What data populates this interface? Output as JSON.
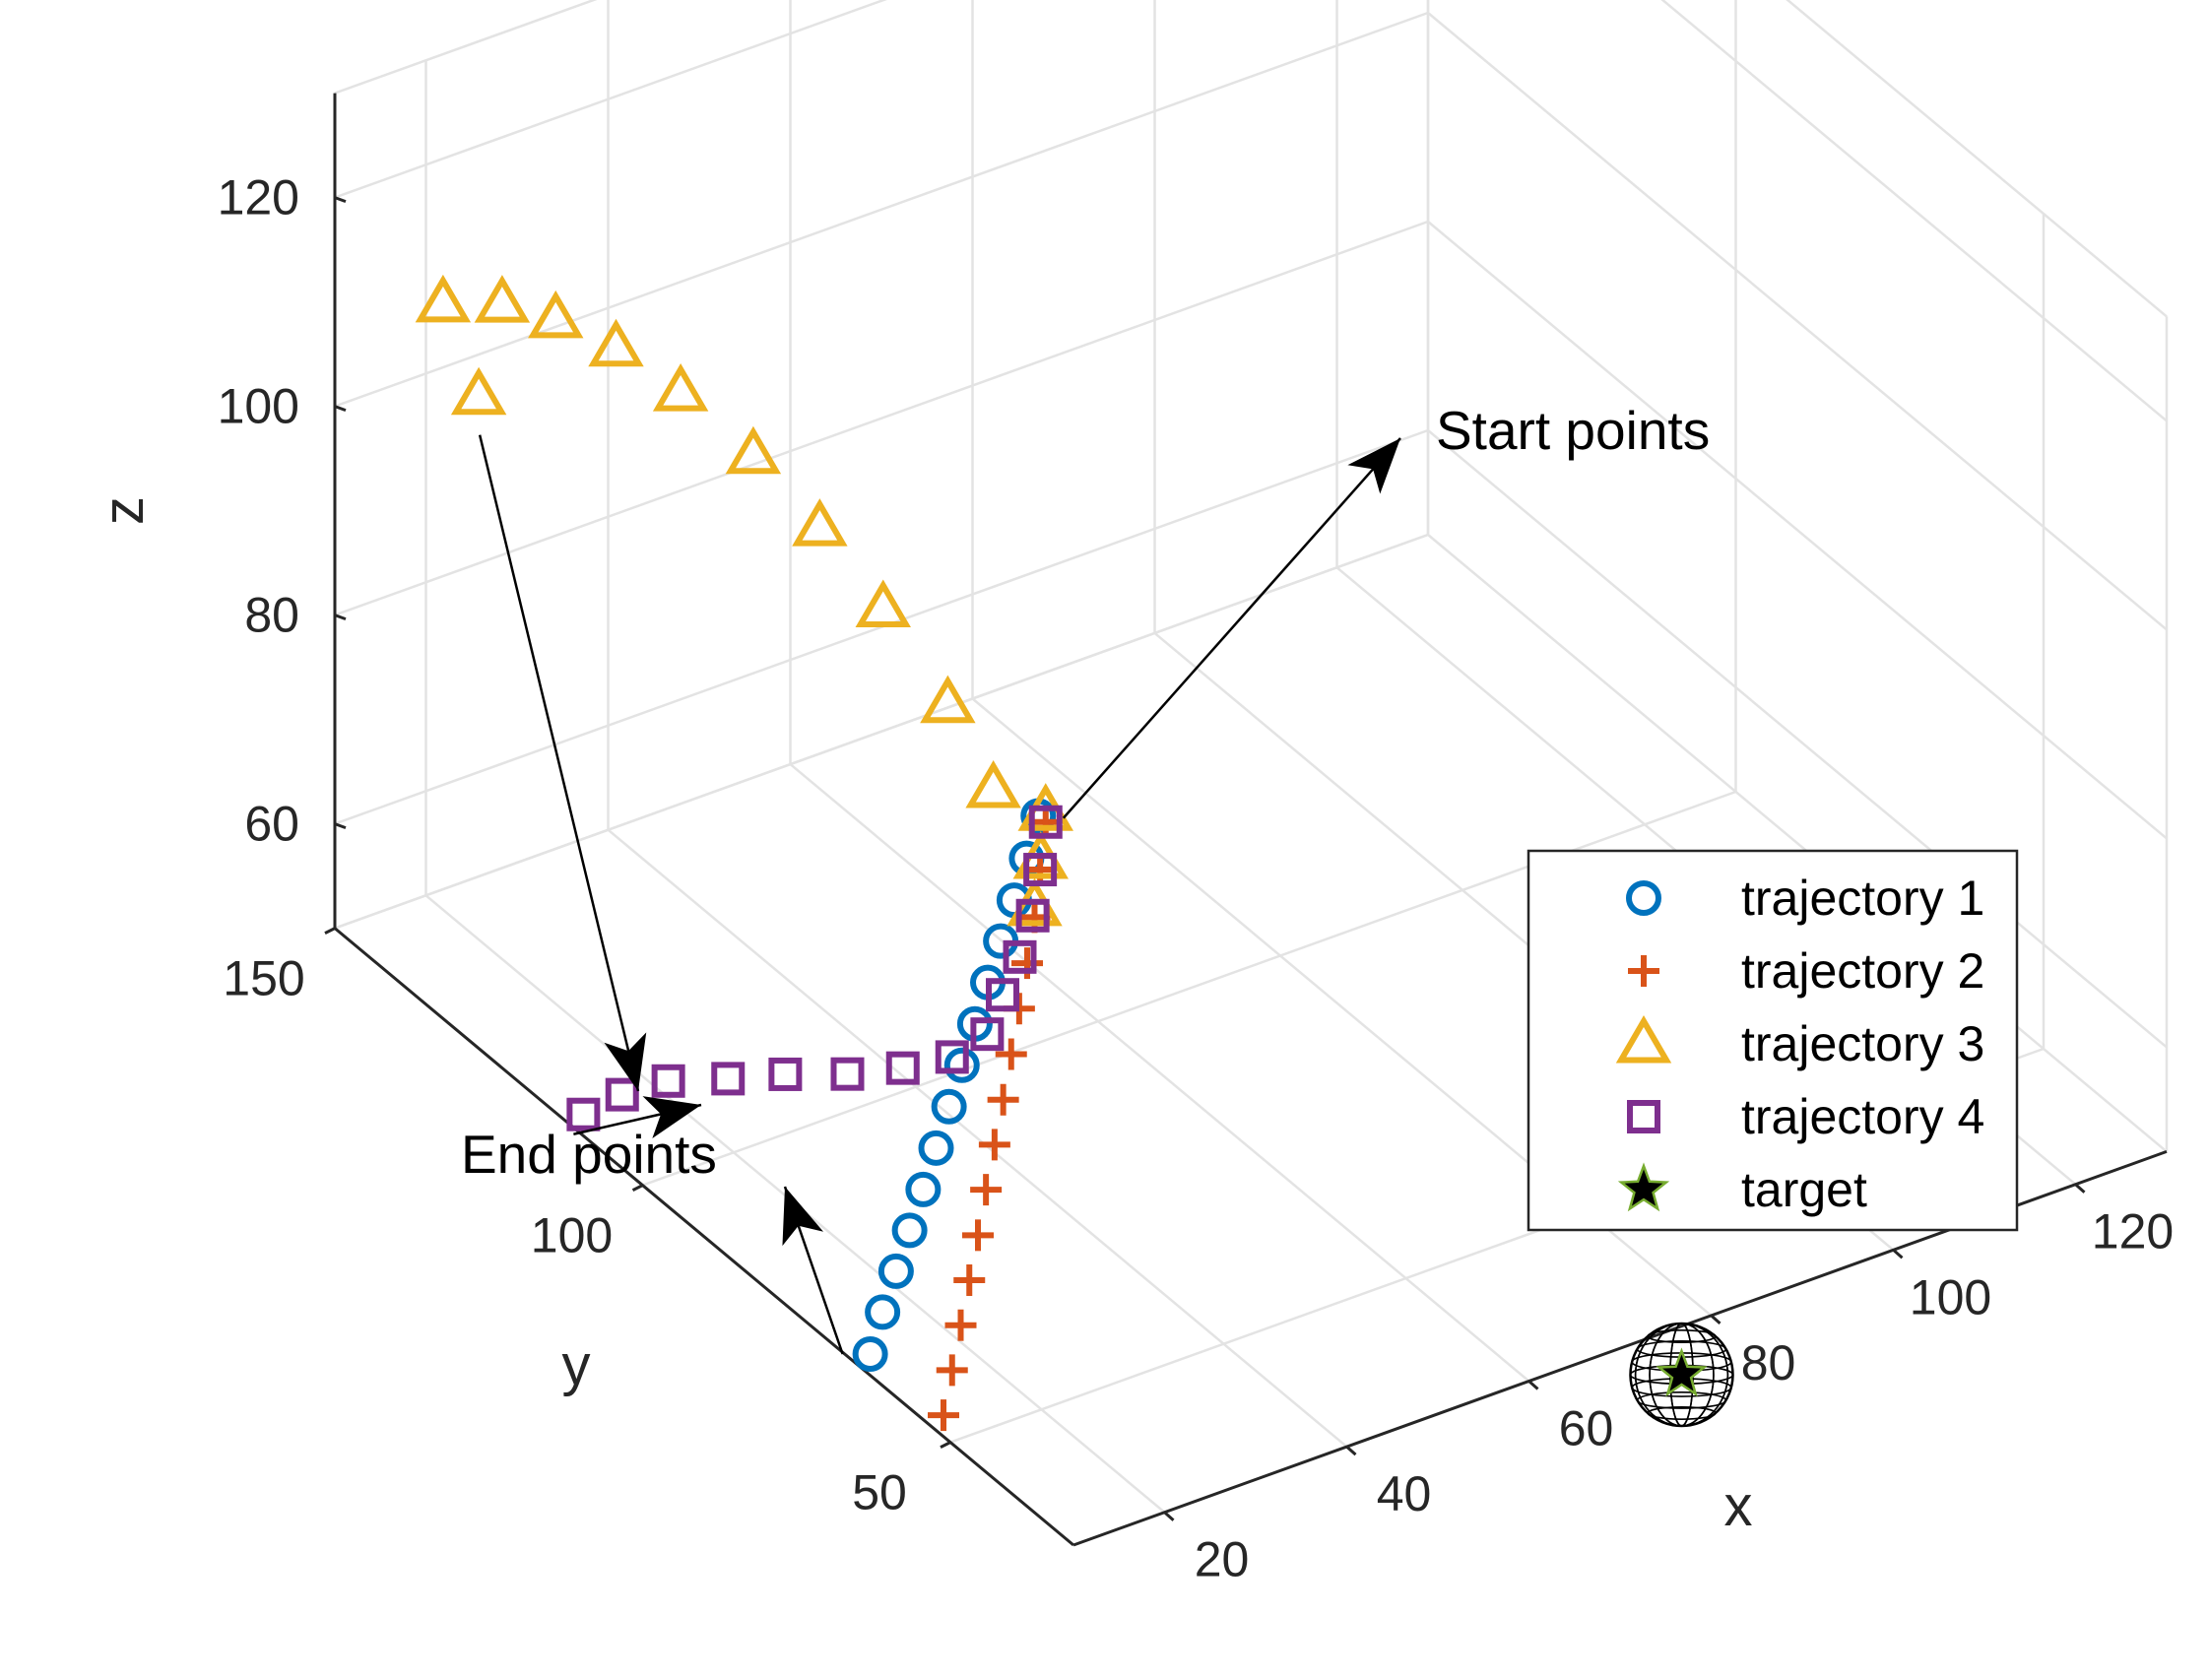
{
  "chart_data": {
    "type": "scatter",
    "projection": "3d",
    "title": "",
    "xlabel": "x",
    "ylabel": "y",
    "zlabel": "z",
    "xlim": [
      10,
      130
    ],
    "ylim": [
      30,
      150
    ],
    "zlim": [
      50,
      130
    ],
    "xticks": [
      "20",
      "40",
      "60",
      "80",
      "100",
      "120"
    ],
    "yticks": [
      "50",
      "100",
      "150"
    ],
    "zticks": [
      "60",
      "80",
      "100",
      "120"
    ],
    "grid": true,
    "legend_position": "right",
    "series": [
      {
        "name": "trajectory 1",
        "marker": "circle",
        "color": "#0072BD",
        "points": [
          [
            11,
            37.2,
            116
          ],
          [
            11,
            39.1,
            111
          ],
          [
            11,
            41.1,
            106
          ],
          [
            11,
            43.3,
            101
          ],
          [
            11,
            45.4,
            96
          ],
          [
            11,
            47.5,
            91
          ],
          [
            11,
            49.6,
            86
          ],
          [
            11,
            51.7,
            81
          ],
          [
            11,
            53.8,
            76
          ],
          [
            11,
            55.9,
            71
          ],
          [
            11,
            58.1,
            66
          ],
          [
            11,
            60.3,
            61
          ],
          [
            11,
            62.5,
            56
          ],
          [
            11,
            64.5,
            51
          ]
        ]
      },
      {
        "name": "trajectory 2",
        "marker": "plus",
        "color": "#D95319",
        "points": [
          [
            11,
            36.0,
            116
          ],
          [
            11,
            36.9,
            111
          ],
          [
            11,
            37.8,
            106
          ],
          [
            11,
            39.0,
            101
          ],
          [
            11,
            40.3,
            96
          ],
          [
            11,
            41.6,
            91
          ],
          [
            11,
            42.9,
            86
          ],
          [
            11,
            44.3,
            81
          ],
          [
            11,
            45.7,
            76
          ],
          [
            11,
            47.0,
            71
          ],
          [
            11,
            48.4,
            66
          ],
          [
            11,
            49.8,
            61
          ],
          [
            11,
            51.2,
            56
          ],
          [
            11,
            52.6,
            51
          ]
        ]
      },
      {
        "name": "trajectory 3",
        "marker": "triangle",
        "color": "#EDB120",
        "points": [
          [
            11,
            36.0,
            117
          ],
          [
            11,
            36.8,
            112
          ],
          [
            11,
            37.8,
            107
          ],
          [
            11,
            44.5,
            115
          ],
          [
            11,
            51.9,
            119.5
          ],
          [
            11,
            62.4,
            123.5
          ],
          [
            11,
            72.7,
            126.2
          ],
          [
            11,
            83.5,
            127.8
          ],
          [
            11,
            95.3,
            128
          ],
          [
            11,
            105.8,
            127.1
          ],
          [
            11,
            115.6,
            125
          ],
          [
            11,
            124.3,
            122.2
          ],
          [
            11,
            133.9,
            117.5
          ],
          [
            11,
            128.1,
            111.5
          ]
        ]
      },
      {
        "name": "trajectory 4",
        "marker": "square",
        "color": "#7E2F8E",
        "points": [
          [
            11,
            36.0,
            116
          ],
          [
            11,
            36.9,
            111
          ],
          [
            11,
            38.1,
            106
          ],
          [
            11,
            40.2,
            101
          ],
          [
            11,
            43.0,
            96
          ],
          [
            11,
            45.5,
            91
          ],
          [
            11,
            51.2,
            86
          ],
          [
            11,
            59.2,
            81
          ],
          [
            11,
            68.2,
            76
          ],
          [
            11,
            78.3,
            71
          ],
          [
            11,
            87.6,
            66
          ],
          [
            11,
            97.3,
            61
          ],
          [
            11,
            104.8,
            56
          ],
          [
            11,
            111.1,
            51
          ]
        ]
      },
      {
        "name": "target",
        "marker": "pentagram",
        "color": "#000000",
        "edge_color": "#77AC30",
        "points": [
          [
            70,
            20,
            52.4
          ]
        ]
      }
    ],
    "target_region": {
      "shape": "sphere",
      "center": [
        70,
        20,
        52.4
      ],
      "radius": 5
    },
    "annotations": [
      {
        "text": "Start points"
      },
      {
        "text": "End points"
      }
    ]
  }
}
